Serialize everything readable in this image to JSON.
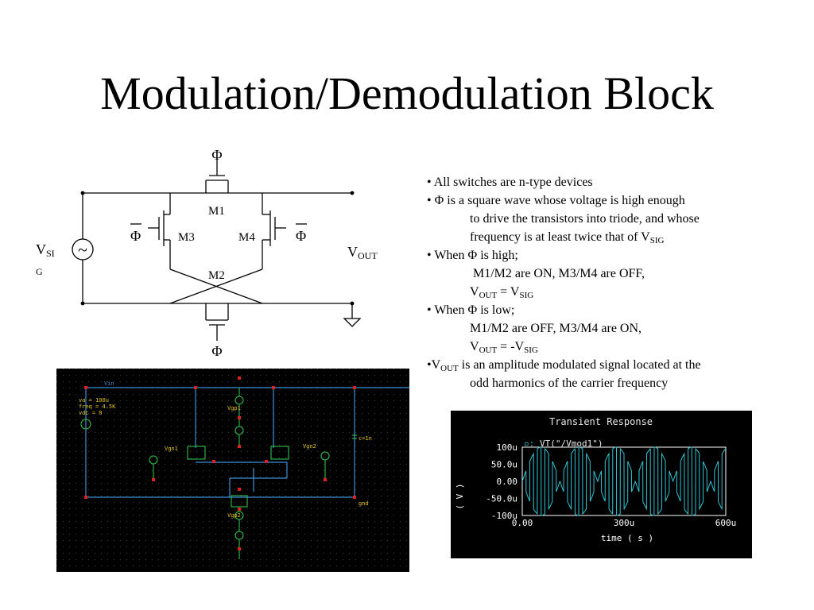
{
  "title": "Modulation/Demodulation Block",
  "schematic": {
    "phi_top": "Φ",
    "phi_bottom": "Φ",
    "phi_bar_left": "Φ",
    "phi_bar_right": "Φ",
    "m1": "M1",
    "m2": "M2",
    "m3": "M3",
    "m4": "M4",
    "source_symbol": "~",
    "vsig_main": "V",
    "vsig_sub_1": "SI",
    "vsig_sub_2": "G",
    "vout_main": "V",
    "vout_sub": "OUT"
  },
  "bullets": {
    "b1": "• All switches are n-type devices",
    "b2_line1": "• Φ is a square wave whose voltage is high enough",
    "b2_line2": "to drive the transistors into triode, and whose",
    "b2_line3": "frequency is at least twice that of V",
    "b2_line3_sub": "SIG",
    "b3_line1": "• When Φ is high;",
    "b3_line2": "M1/M2 are ON, M3/M4 are OFF,",
    "b3_line3_v": "V",
    "b3_line3_sub1": "OUT",
    "b3_line3_eq": " = V",
    "b3_line3_sub2": "SIG",
    "b4_line1": "• When Φ is low;",
    "b4_line2": "M1/M2 are OFF, M3/M4 are ON,",
    "b4_line3_v": "V",
    "b4_line3_sub1": "OUT",
    "b4_line3_eq": " = -V",
    "b4_line3_sub2": "SIG",
    "b5_line1_pre": "•V",
    "b5_line1_sub": "OUT",
    "b5_line1_post": " is an amplitude modulated signal located at the",
    "b5_line2": "odd harmonics of the carrier frequency"
  },
  "cadence": {
    "net_vin": "Vin",
    "params": [
      "va = 100u",
      "freq = 4.5K",
      "vdc = 0"
    ],
    "vgn1": "Vgn1",
    "vgn2": "Vgn2",
    "vgp1": "Vgp1",
    "vgp2": "Vgp2",
    "cap": "c=1n",
    "gnd": "gnd"
  },
  "transient": {
    "title": "Transient Response",
    "legend": "VT(\"/Vmod1\")",
    "ylabel": "( V )",
    "xlabel": "time ( s )",
    "colors": {
      "background": "#000000",
      "trace": "#2ec8d8",
      "axis": "#ffffff"
    }
  },
  "chart_data": {
    "type": "line",
    "title": "Transient Response",
    "xlabel": "time ( s )",
    "ylabel": "( V )",
    "x_ticks": [
      "0.00",
      "300u",
      "600u"
    ],
    "y_ticks": [
      "100u",
      "50.0u",
      "0.00",
      "-50.0u",
      "-100u"
    ],
    "xlim": [
      0,
      0.0006
    ],
    "ylim": [
      -0.0001,
      0.0001
    ],
    "series": [
      {
        "name": "VT(\"/Vmod1\")",
        "signal_amplitude": 0.0001,
        "signal_frequency": 4500,
        "carrier_frequency": 45000
      }
    ]
  }
}
